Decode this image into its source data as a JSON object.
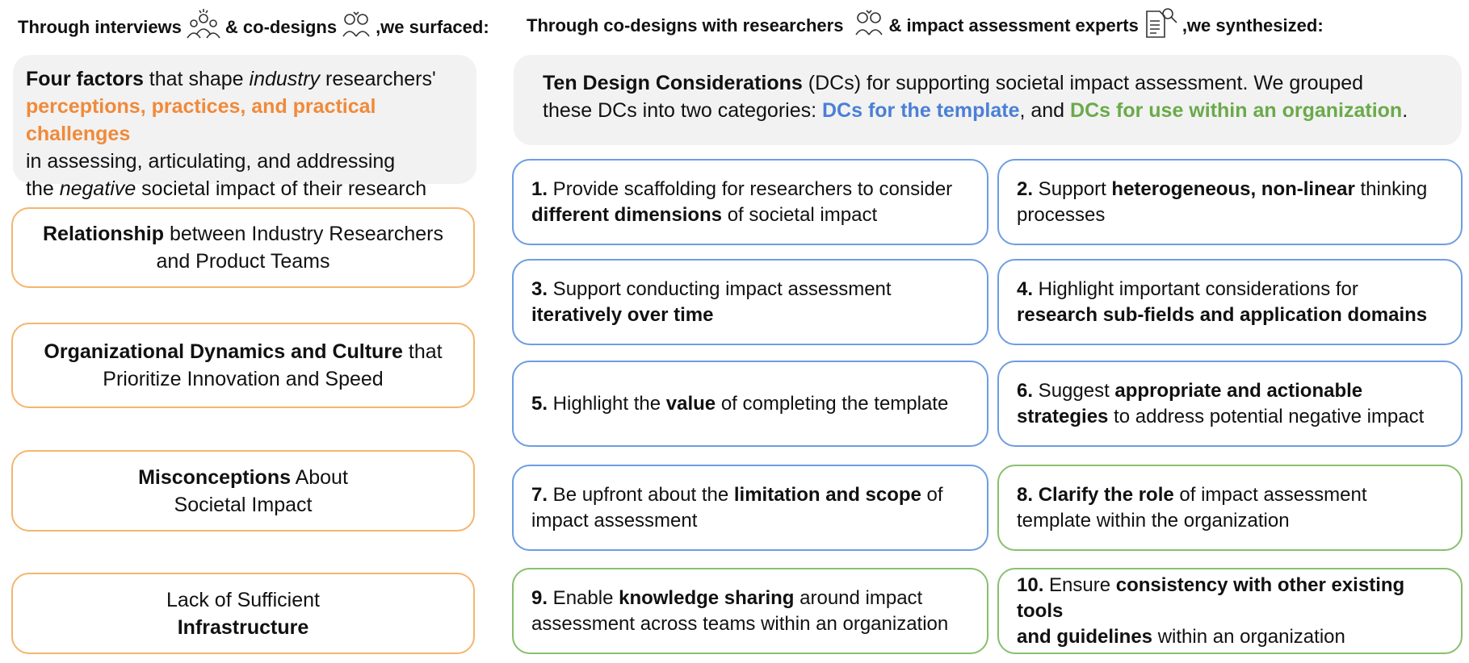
{
  "left_heading": {
    "part1": "Through interviews",
    "part2": "& co-designs",
    "part3": ",we surfaced:"
  },
  "right_heading": {
    "part1": "Through co-designs with researchers",
    "part2": "& impact assessment experts",
    "part3": ",we synthesized:"
  },
  "icons": {
    "interviews": "group-people-icon",
    "codesign_left": "codesign-people-icon",
    "codesign_right": "codesign-people-icon",
    "experts": "document-magnifier-icon"
  },
  "colors": {
    "orange": "#f08a3a",
    "orange_border": "#f5b56e",
    "blue": "#4a7fd6",
    "blue_border": "#6e9de3",
    "green": "#6aaa4a",
    "green_border": "#88c06e",
    "panel": "#f2f2f2"
  },
  "four_factors": {
    "bold": "Four factors",
    "t1": " that shape ",
    "italic1": "industry",
    "t2": " researchers'",
    "orange": "perceptions, practices, and practical challenges",
    "t3": "in assessing, articulating, and addressing",
    "t4": "the ",
    "italic2": "negative",
    "t5": " societal impact of their research"
  },
  "factors": [
    {
      "bold": "Relationship",
      "t1": " between Industry Researchers",
      "t2": "and Product Teams"
    },
    {
      "bold": "Organizational Dynamics and Culture",
      "t1": " that",
      "t2": "Prioritize Innovation and Speed"
    },
    {
      "bold": "Misconceptions",
      "t1": " About",
      "t2": "Societal Impact"
    },
    {
      "t1": "Lack of Sufficient",
      "bold": "Infrastructure"
    }
  ],
  "ten_dcs": {
    "bold": "Ten Design Considerations",
    "t1": " (DCs) for supporting societal impact assessment. We grouped",
    "t2": "these DCs into two categories: ",
    "blue": "DCs for the template",
    "t3": ", and ",
    "green": "DCs for use within an organization",
    "t4": "."
  },
  "dcs": [
    {
      "num": "1.",
      "t1": " Provide scaffolding for researchers to consider",
      "bold": "different dimensions",
      "t2": " of societal impact"
    },
    {
      "num": "2.",
      "t1": " Support ",
      "bold": "heterogeneous, non-linear",
      "t2": " thinking",
      "t3": "processes"
    },
    {
      "num": "3.",
      "t1": " Support conducting impact assessment",
      "bold": "iteratively over time"
    },
    {
      "num": "4.",
      "t1": " Highlight important considerations for",
      "bold": "research sub-fields and application domains"
    },
    {
      "num": "5.",
      "t1": " Highlight the ",
      "bold": "value",
      "t2": " of completing the template"
    },
    {
      "num": "6.",
      "t1": " Suggest ",
      "bold": "appropriate and actionable",
      "bold2": "strategies",
      "t2": " to address potential negative impact"
    },
    {
      "num": "7.",
      "t1": " Be upfront about the ",
      "bold": "limitation and scope",
      "t2": " of",
      "t3": "impact assessment"
    },
    {
      "num": "8.",
      "bold": "Clarify the role",
      "t1": " of impact assessment",
      "t2": "template within the organization"
    },
    {
      "num": "9.",
      "t1": " Enable ",
      "bold": "knowledge sharing",
      "t2": " around impact",
      "t3": "assessment across teams within an organization"
    },
    {
      "num": "10.",
      "t1": " Ensure ",
      "bold": "consistency with other existing tools",
      "bold2": "and guidelines",
      "t2": " within an organization"
    }
  ]
}
